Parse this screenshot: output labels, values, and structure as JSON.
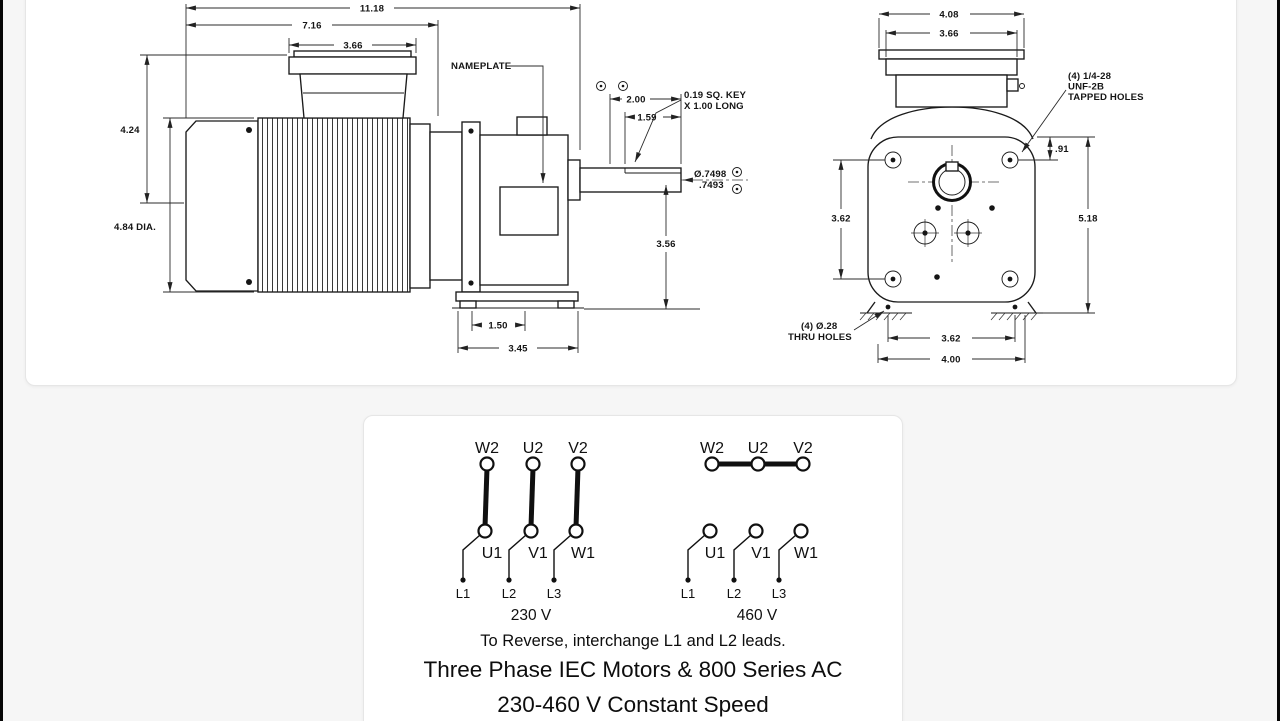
{
  "page": {
    "background": "#f6f6f6",
    "edge_color": "#060606"
  },
  "drawing": {
    "side": {
      "dim_total_width": "11.18",
      "dim_body_width": "7.16",
      "dim_box_width": "3.66",
      "nameplate_label": "NAMEPLATE",
      "dim_box_height": "4.24",
      "dim_body_dia": "4.84 DIA.",
      "dim_shaft_len": "2.00",
      "dim_key_len": "1.59",
      "key_note_line1": "0.19 SQ. KEY",
      "key_note_line2": "X 1.00 LONG",
      "shaft_dia_line1": "Ø.7498",
      "shaft_dia_line2": ".7493",
      "dim_shaft_height": "3.56",
      "dim_foot_spacing": "1.50",
      "dim_base_width": "3.45"
    },
    "end": {
      "dim_box_outer": "4.08",
      "dim_box_inner": "3.66",
      "tapped_note_line1": "(4) 1/4-28",
      "tapped_note_line2": "UNF-2B",
      "tapped_note_line3": "TAPPED HOLES",
      "dim_hole_offset": ".91",
      "dim_hole_spacing_v": "3.62",
      "dim_overall_height": "5.18",
      "thru_note_line1": "(4) Ø.28",
      "thru_note_line2": "THRU HOLES",
      "dim_hole_spacing_h": "3.62",
      "dim_foot_width": "4.00"
    }
  },
  "wiring": {
    "low_voltage": {
      "top_terminals": [
        "W2",
        "U2",
        "V2"
      ],
      "bottom_terminals": [
        "U1",
        "V1",
        "W1"
      ],
      "leads": [
        "L1",
        "L2",
        "L3"
      ],
      "voltage_label": "230 V"
    },
    "high_voltage": {
      "top_terminals": [
        "W2",
        "U2",
        "V2"
      ],
      "bottom_terminals": [
        "U1",
        "V1",
        "W1"
      ],
      "leads": [
        "L1",
        "L2",
        "L3"
      ],
      "voltage_label": "460 V"
    },
    "reverse_note": "To Reverse, interchange L1 and L2 leads.",
    "title": "Three Phase IEC Motors & 800 Series AC",
    "subtitle": "230-460 V Constant Speed"
  }
}
